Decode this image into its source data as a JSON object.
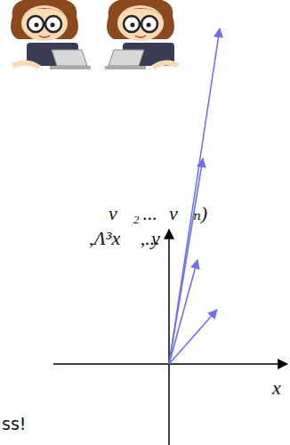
{
  "diagram": {
    "labels": [
      "v⃗₂",
      "...",
      "v⃗ₙ)",
      ",Λ³x⃗ ,...",
      "y",
      "x",
      "ss!"
    ]
  }
}
